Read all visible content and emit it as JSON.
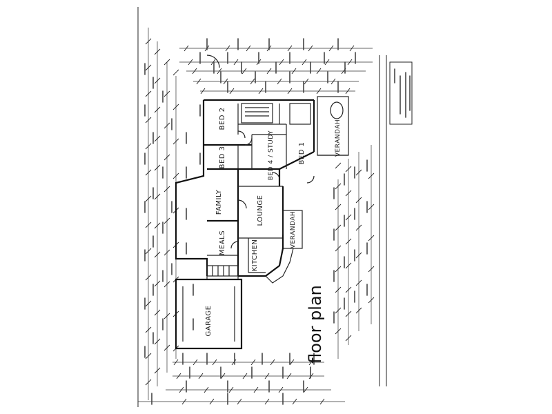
{
  "plan": {
    "title": "floor plan",
    "rooms": {
      "bed2": "BED 2",
      "bed3": "BED 3",
      "bed1": "BED 1",
      "study": "BED 4 / STUDY",
      "veranda_top": "VERANDAH",
      "family": "FAMILY",
      "lounge": "LOUNGE",
      "meals": "MEALS",
      "kitchen": "KITCHEN",
      "veranda_mid": "VERANDAH",
      "garage": "GARAGE"
    }
  },
  "colors": {
    "ink": "#111111",
    "paper": "#ffffff"
  }
}
